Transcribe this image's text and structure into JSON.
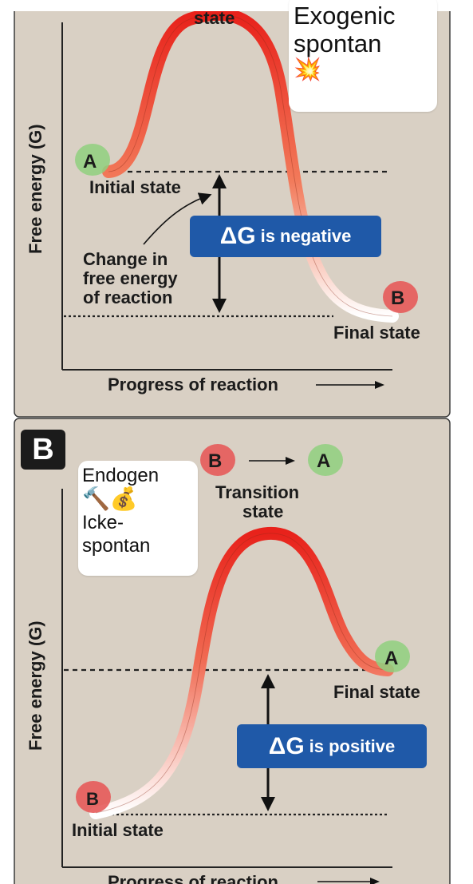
{
  "panel_a": {
    "top_label": "state",
    "y_axis_label": "Free energy (G)",
    "x_axis_label": "Progress of reaction",
    "start_marker": "A",
    "end_marker": "B",
    "initial_label": "Initial state",
    "final_label": "Final state",
    "change_label": [
      "Change in",
      "free energy",
      "of reaction"
    ],
    "delta_symbol": "ΔG",
    "delta_text": "is negative",
    "note": {
      "line1": "Exogenic",
      "line2": "spontan",
      "emoji": "💥"
    },
    "colors": {
      "curve_top": "#e8221b",
      "curve_bottom": "#ffffff",
      "delta_box": "#1f59a8",
      "marker_a": "#8fd07f",
      "marker_b": "#e55a5a"
    }
  },
  "panel_b": {
    "badge": "B",
    "reaction_from": "B",
    "reaction_to": "A",
    "transition_label": [
      "Transition",
      "state"
    ],
    "y_axis_label": "Free energy (G)",
    "x_axis_label": "Progress of reaction",
    "start_marker": "B",
    "end_marker": "A",
    "initial_label": "Initial state",
    "final_label": "Final state",
    "delta_symbol": "ΔG",
    "delta_text": "is positive",
    "note": {
      "line1": "Endogen",
      "emoji": "🔨💰",
      "line2": "Icke-",
      "line3": "spontan"
    }
  }
}
